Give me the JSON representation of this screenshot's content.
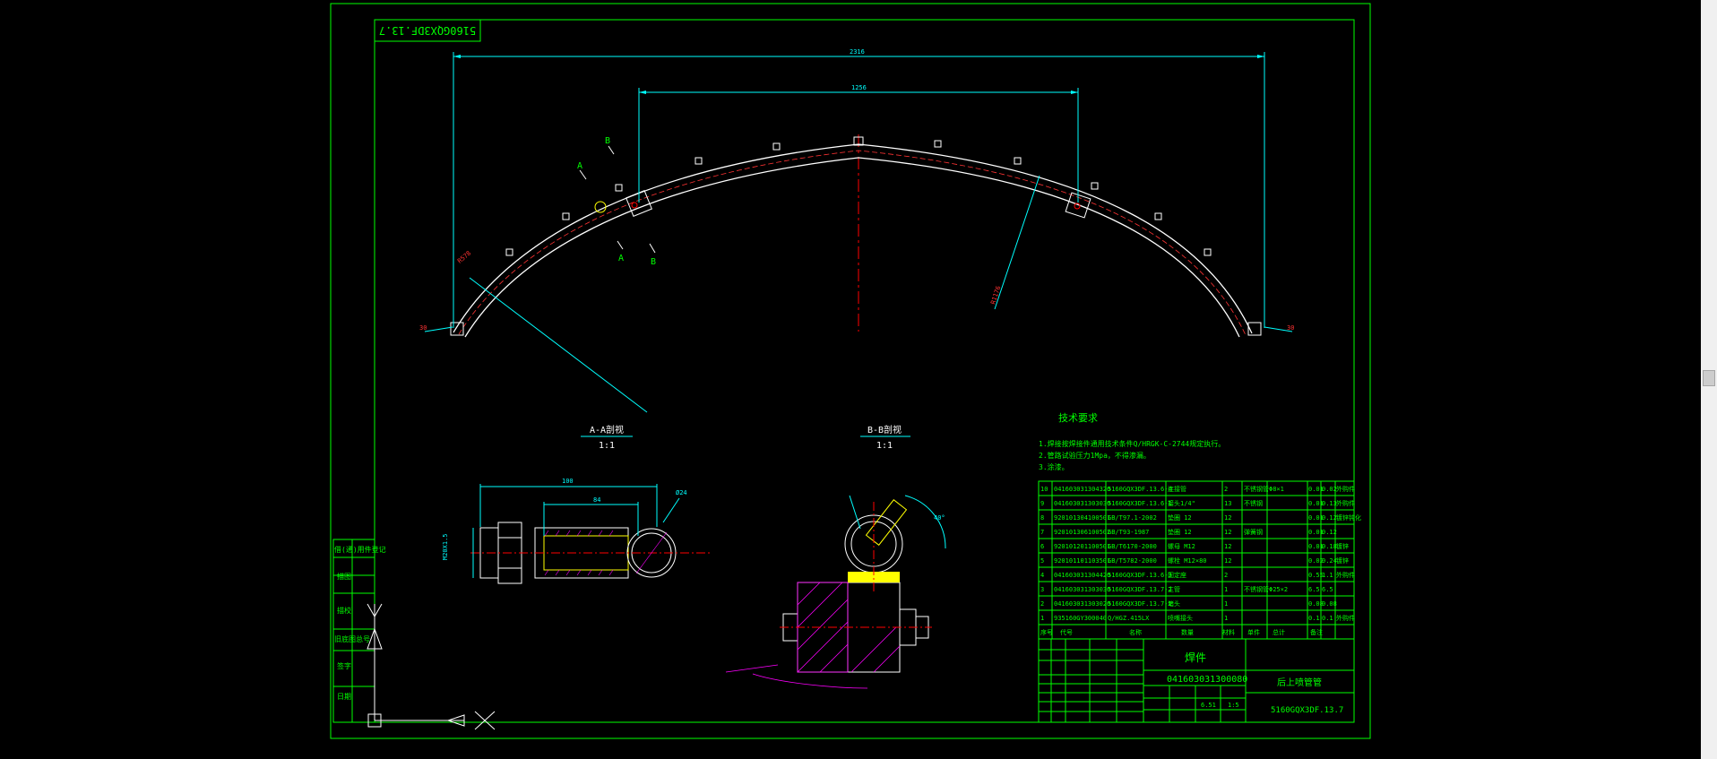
{
  "colors": {
    "frame": "#00ff00",
    "dim": "#00ffff",
    "part": "#ffffff",
    "center": "#ff0000",
    "yellow": "#ffff00",
    "magenta": "#ff00ff",
    "scrollbar": "#f0f0f0"
  },
  "drawing_no_rotated": "5160GQX3DF.13.7",
  "dims": {
    "overall_chord": "2316",
    "inner_chord": "1256",
    "radius_left": "R578",
    "radius_right": "R1176",
    "end_left": "30",
    "end_right": "30",
    "aa_length": "100",
    "aa_inner": "84",
    "aa_height": "M20X1.5",
    "aa_dia": "Ø24",
    "bb_angle": "40°"
  },
  "section_marks": {
    "a_upper": "A",
    "b_upper": "B",
    "a_lower": "A",
    "b_lower": "B"
  },
  "sections": {
    "aa_title": "A-A剖视",
    "aa_scale": "1:1",
    "bb_title": "B-B剖视",
    "bb_scale": "1:1"
  },
  "tech_req": {
    "title": "技术要求",
    "items": [
      "1.焊接按焊接件通用技术条件Q/HRGK-C-2744规定执行。",
      "2.管路试验压力1Mpa，不得渗漏。",
      "3.涂漆。"
    ]
  },
  "bom": [
    {
      "seq": "10",
      "code": "041603031304320",
      "no": "5160GQX3DF.13.6-4",
      "name": "连接管",
      "qty": "2",
      "material": "不锈钢管Φ8×1",
      "unit": "0.01",
      "total": "0.02",
      "note": "外购件"
    },
    {
      "seq": "9",
      "code": "041603031303030",
      "no": "5160GQX3DF.13.6-1",
      "name": "接头1/4\"",
      "qty": "13",
      "material": "不锈钢",
      "unit": "0.01",
      "total": "0.13",
      "note": "外购件"
    },
    {
      "seq": "8",
      "code": "920101304100501",
      "no": "GB/T97.1-2002",
      "name": "垫圈 12",
      "qty": "12",
      "material": "",
      "unit": "0.01",
      "total": "0.12",
      "note": "镀锌钝化"
    },
    {
      "seq": "7",
      "code": "920101306100502",
      "no": "GB/T93-1987",
      "name": "垫圈 12",
      "qty": "12",
      "material": "弹簧钢",
      "unit": "0.01",
      "total": "0.12",
      "note": ""
    },
    {
      "seq": "6",
      "code": "920101201100501",
      "no": "GB/T6170-2000",
      "name": "螺母 M12",
      "qty": "12",
      "material": "",
      "unit": "0.01",
      "total": "0.18",
      "note": "镀锌"
    },
    {
      "seq": "5",
      "code": "920101101103501",
      "no": "GB/T5782-2000",
      "name": "螺栓 M12×80",
      "qty": "12",
      "material": "",
      "unit": "0.02",
      "total": "0.24",
      "note": "镀锌"
    },
    {
      "seq": "4",
      "code": "041603031304420",
      "no": "5160GQX3DF.13.6-3",
      "name": "固定座",
      "qty": "2",
      "material": "",
      "unit": "0.55",
      "total": "1.1",
      "note": "外购件"
    },
    {
      "seq": "3",
      "code": "041603031303030",
      "no": "5160GQX3DF.13.7-2",
      "name": "主管",
      "qty": "1",
      "material": "不锈钢管Φ25×2",
      "unit": "6.5",
      "total": "6.5",
      "note": ""
    },
    {
      "seq": "2",
      "code": "041603031303020",
      "no": "5160GQX3DF.13.7-1",
      "name": "堵头",
      "qty": "1",
      "material": "",
      "unit": "0.08",
      "total": "0.08",
      "note": ""
    },
    {
      "seq": "1",
      "code": "935160GY300040",
      "no": "Q/HGZ.415LX",
      "name": "喷嘴接头",
      "qty": "1",
      "material": "",
      "unit": "0.1",
      "total": "0.1",
      "note": "外购件"
    }
  ],
  "bom_header": [
    "序号",
    "代号",
    "名称",
    "数量",
    "材料",
    "单件",
    "总计",
    "备注"
  ],
  "title_block": {
    "type_label": "焊件",
    "part_code": "041603031300080",
    "part_name": "后上喷管管",
    "drawing_no": "5160GQX3DF.13.7",
    "scale": "1:5",
    "mass": "6.51"
  },
  "side_labels": [
    "借(通)用件登记",
    "描图",
    "描校",
    "旧底图总号",
    "签字",
    "日期"
  ]
}
